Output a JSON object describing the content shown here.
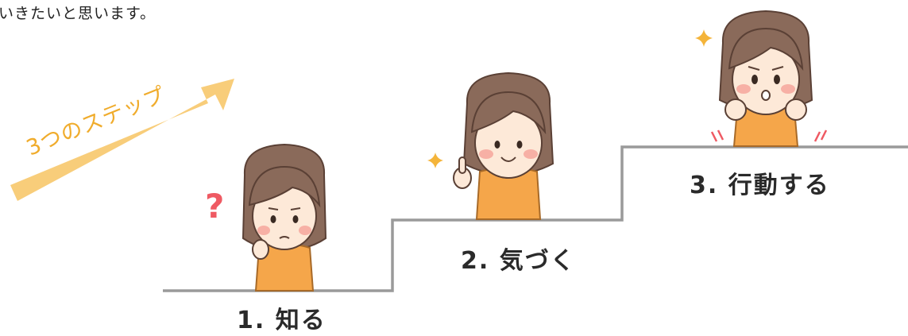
{
  "intro_text": "いきたいと思います。",
  "arrow": {
    "label": "3つのステップ",
    "color": "#f8cd7a",
    "text_color": "#f0ac2c"
  },
  "steps": [
    {
      "label": "1. 知る",
      "expression": "thinking",
      "icon": "question-mark"
    },
    {
      "label": "2. 気づく",
      "expression": "smiling-pointing",
      "icon": "sparkle"
    },
    {
      "label": "3. 行動する",
      "expression": "surprised-determined",
      "icon": "sparkle"
    }
  ],
  "colors": {
    "stair_line": "#9a9a9a",
    "hair": "#8a6a5a",
    "hair_outline": "#5a4035",
    "skin": "#fde9d8",
    "sweater": "#f5a64a",
    "cheek": "#f7b0a5",
    "question": "#ef5a63",
    "sparkle": "#f4b43a",
    "motion": "#ef5a63"
  }
}
